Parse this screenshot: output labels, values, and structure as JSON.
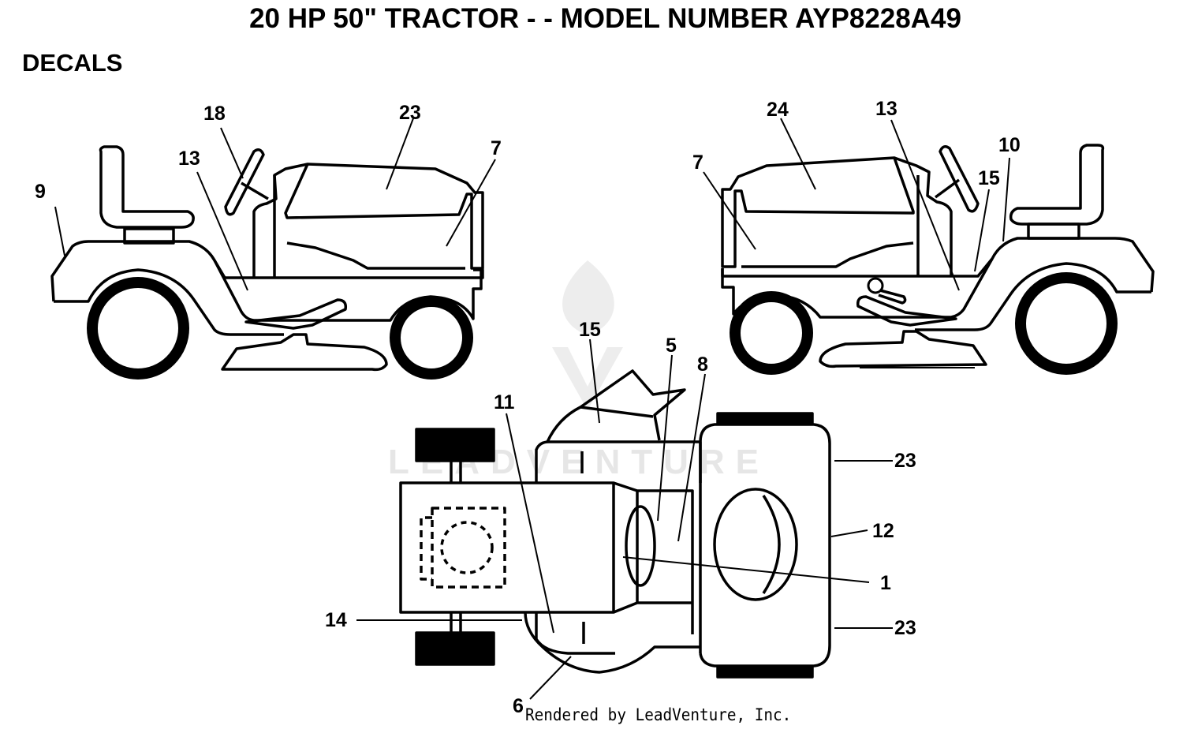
{
  "title": "20 HP 50\" TRACTOR - - MODEL NUMBER AYP8228A49",
  "section": "DECALS",
  "footer": "Rendered by LeadVenture, Inc.",
  "watermark": "LEADVENTURE",
  "callouts": {
    "left_view": {
      "c9": "9",
      "c18": "18",
      "c13": "13",
      "c23": "23",
      "c7": "7"
    },
    "right_view": {
      "c24": "24",
      "c13": "13",
      "c7": "7",
      "c10": "10",
      "c15": "15"
    },
    "top_view": {
      "c15": "15",
      "c5": "5",
      "c8": "8",
      "c11": "11",
      "c23a": "23",
      "c12": "12",
      "c1": "1",
      "c14": "14",
      "c23b": "23",
      "c6": "6"
    }
  },
  "colors": {
    "line": "#000000",
    "watermark": "#e6e6e6"
  }
}
